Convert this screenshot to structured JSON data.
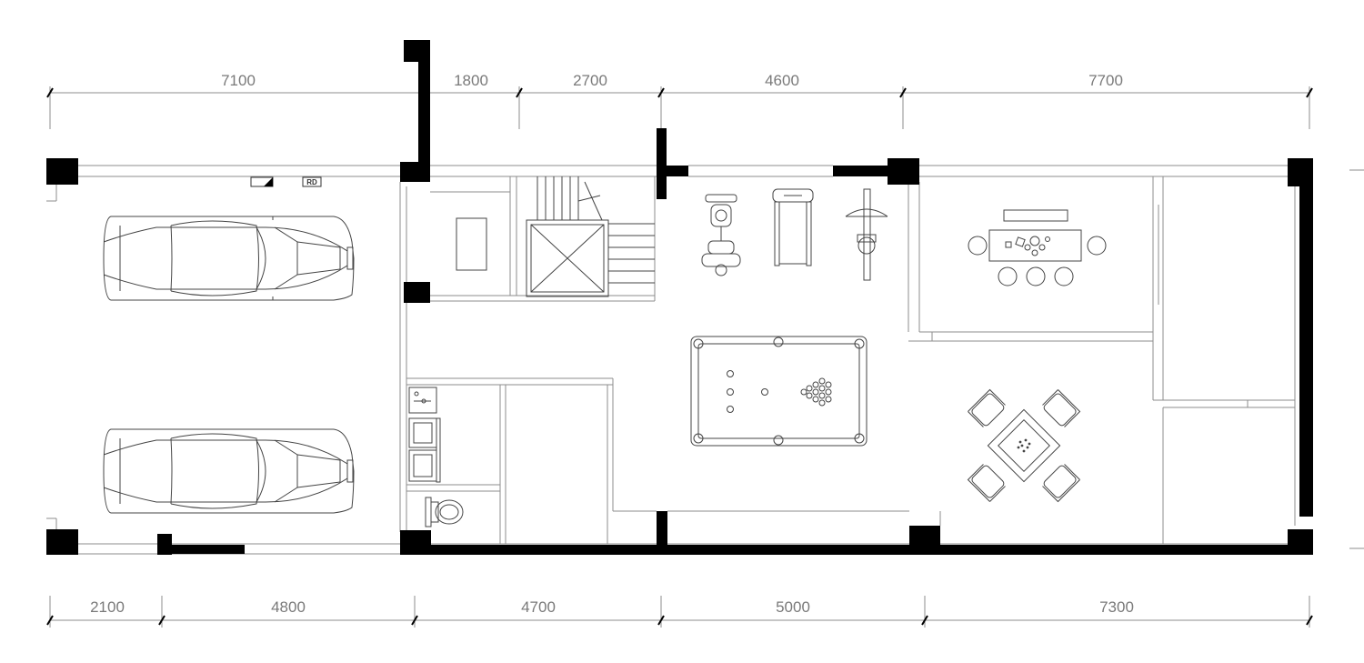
{
  "drawing": {
    "top_dimensions": [
      "7100",
      "1800",
      "2700",
      "4600",
      "7700"
    ],
    "bottom_dimensions": [
      "2100",
      "4800",
      "4700",
      "5000",
      "7300"
    ],
    "door_tag": "RD"
  },
  "colors": {
    "wall": "#000000",
    "line": "#8c8c8c",
    "dimension_text": "#7a7a7a",
    "background": "#ffffff"
  }
}
